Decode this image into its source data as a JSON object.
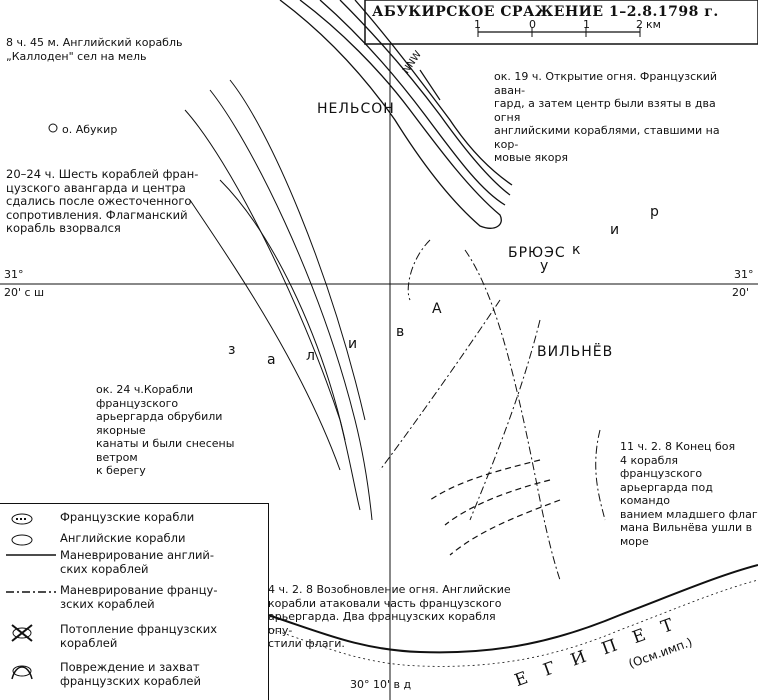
{
  "title": "АБУКИРСКОЕ СРАЖЕНИЕ 1–2.8.1798 г.",
  "scale": {
    "ticks": [
      "1",
      "0",
      "1",
      "2"
    ],
    "unit": "км"
  },
  "compass": "NNW",
  "coords": {
    "lat_deg": "31°",
    "lat_min": "20' с ш",
    "lat_deg_r": "31°",
    "lat_min_r": "20'",
    "lon": "30° 10' в д"
  },
  "places": {
    "nelson": "НЕЛЬСОН",
    "brueys": "БРЮЭС",
    "villeneuve": "ВИЛЬНЁВ",
    "aboukir_island": "о. Абукир",
    "egypt": "ЕГИПЕТ",
    "ottoman": "(Осм.имп.)"
  },
  "bay_letters": [
    "з",
    "а",
    "л",
    "и",
    "в",
    "А",
    "у",
    "к",
    "и",
    "р"
  ],
  "notes": {
    "culloden": "8 ч. 45 м. Английский корабль\n„Каллоден\" сел на мель",
    "fire_19h": "ок. 19 ч. Открытие огня. Французский аван-\nгард, а затем центр были взяты в два огня\nанглийскими кораблями, ставшими на кор-\nмовые якоря",
    "surrender_20_24h": "20–24 ч. Шесть кораблей фран-\nцузского авангарда и центра\nсдались после ожесточенного\nсопротивления. Флагманский\nкорабль взорвался",
    "rearguard_24h": "ок. 24 ч.Корабли французского\nарьергарда обрубили якорные\nканаты и были снесены ветром\nк берегу",
    "villeneuve_11h": "11 ч. 2. 8   Конец боя\n4 корабля французского\nарьергарда под командо\nванием младшего флаг\nмана Вильнёва ушли в\nморе",
    "resume_4h": "4 ч. 2. 8  Возобновление огня. Английские\nкорабли атаковали часть французского\nарьергарда. Два французских корабля опу-\nстили флаги."
  },
  "legend": [
    "Французские корабли",
    "Английские корабли",
    "Маневрирование англий-\nских кораблей",
    "Маневрирование францу-\nзских кораблей",
    "Потопление французских\nкораблей",
    "Повреждение и захват\nфранцузских кораблей"
  ]
}
